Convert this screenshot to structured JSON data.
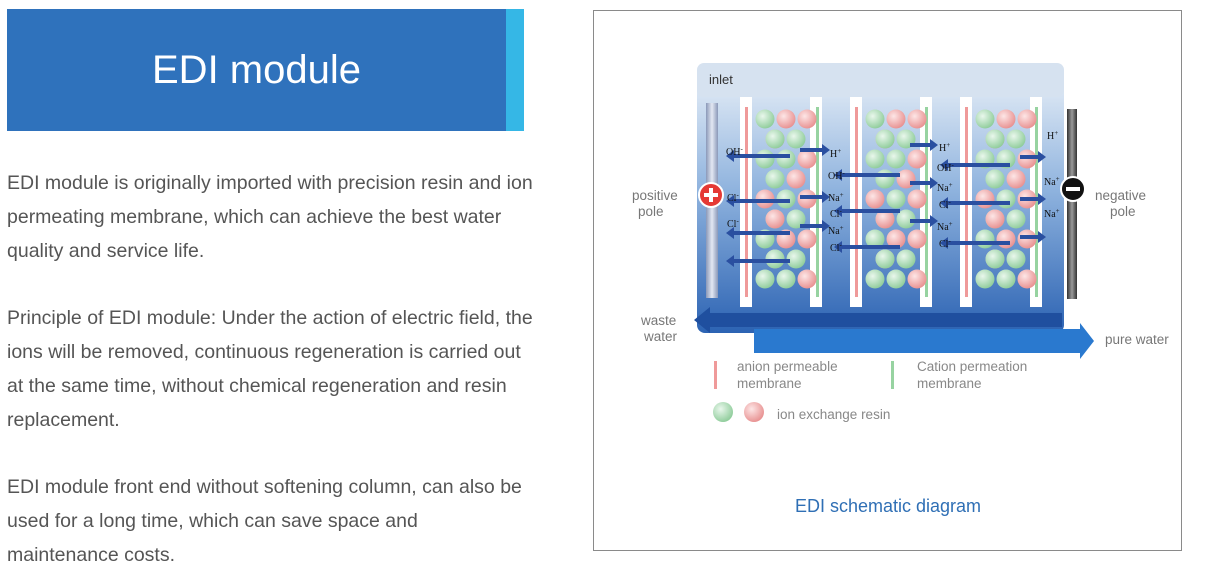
{
  "banner": {
    "title": "EDI module"
  },
  "paragraphs": [
    {
      "lines": [
        "EDI module is originally imported with precision resin and ion",
        " permeating membrane, which can achieve the best water",
        " quality and service life."
      ]
    },
    {
      "lines": [
        "Principle of EDI module: Under the action of electric field, the",
        " ions will be removed, continuous regeneration is carried out",
        " at the same time, without chemical regeneration and resin",
        "replacement."
      ]
    },
    {
      "lines": [
        "EDI module front end without softening column, can also be",
        " used for a long time, which can save space and",
        "maintenance costs."
      ]
    }
  ],
  "diagram": {
    "caption": "EDI schematic diagram",
    "inlet": "inlet",
    "positive_pole": [
      "positive",
      "pole"
    ],
    "negative_pole": [
      "negative",
      "pole"
    ],
    "waste_water": [
      "waste",
      "water"
    ],
    "pure_water": "pure water",
    "legend": {
      "anion": [
        "anion permeable",
        "membrane"
      ],
      "cation": [
        "Cation permeation",
        "membrane"
      ],
      "resin": "ion exchange resin"
    },
    "ions": {
      "oh": "OH",
      "oh_sup": "-",
      "cl": "Cl",
      "cl_sup": "-",
      "h": "H",
      "h_sup": "+",
      "na": "Na",
      "na_sup": "+"
    },
    "colors": {
      "green_resin": "#9fd4aa",
      "red_resin": "#ef9f9f",
      "blue_flow": "#2458a8",
      "caption": "#2f6fb5"
    }
  }
}
